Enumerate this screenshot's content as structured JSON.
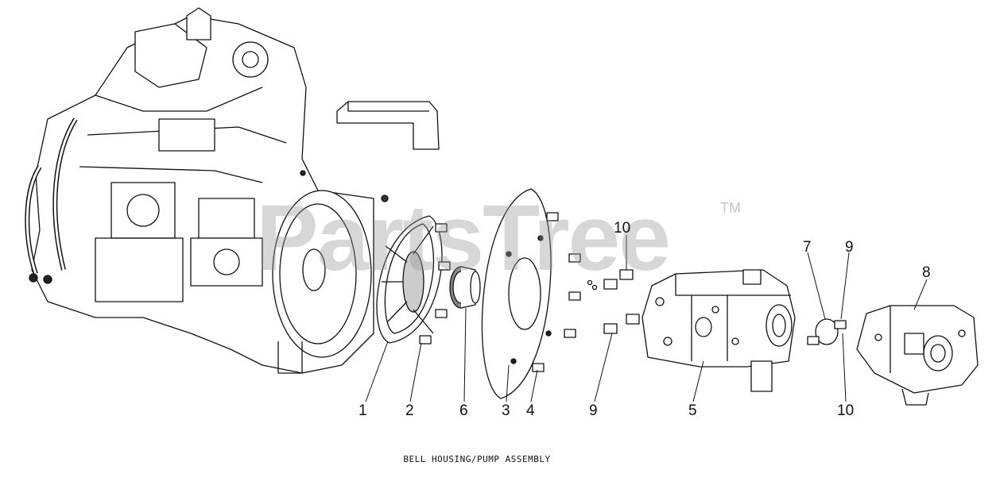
{
  "watermark": {
    "brand": "PartsTree",
    "trademark": "TM"
  },
  "callouts": {
    "c1": "1",
    "c2": "2",
    "c3": "3",
    "c4": "4",
    "c5": "5",
    "c6": "6",
    "c7": "7",
    "c8": "8",
    "c9a": "9",
    "c9b": "9",
    "c10a": "10",
    "c10b": "10"
  },
  "caption": "BELL HOUSING/PUMP ASSEMBLY"
}
